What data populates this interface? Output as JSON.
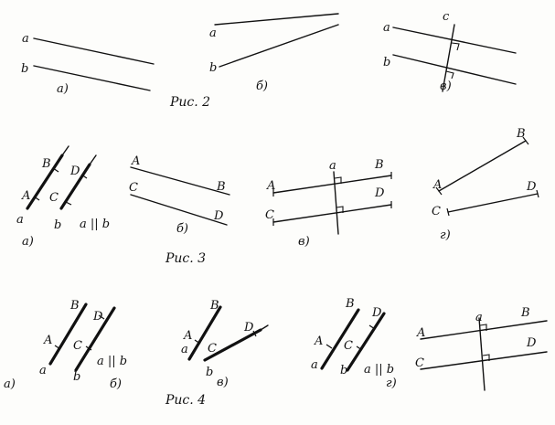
{
  "fig2": {
    "caption": "Рис. 2",
    "a_label": "a",
    "b_label": "b",
    "c_label": "c",
    "sub_a": "а)",
    "sub_b": "б)",
    "sub_v": "в)"
  },
  "fig3": {
    "caption": "Рис. 3",
    "A": "A",
    "B": "B",
    "C": "C",
    "D": "D",
    "a": "a",
    "b": "b",
    "parallel": "a || b",
    "sub_a": "а)",
    "sub_b": "б)",
    "sub_v": "в)",
    "sub_g": "г)"
  },
  "fig4": {
    "caption": "Рис. 4",
    "A": "A",
    "B": "B",
    "C": "C",
    "D": "D",
    "a": "a",
    "b": "b",
    "parallel": "a || b",
    "sub_a": "а)",
    "sub_b": "б)",
    "sub_v": "в)",
    "sub_g": "г)"
  }
}
